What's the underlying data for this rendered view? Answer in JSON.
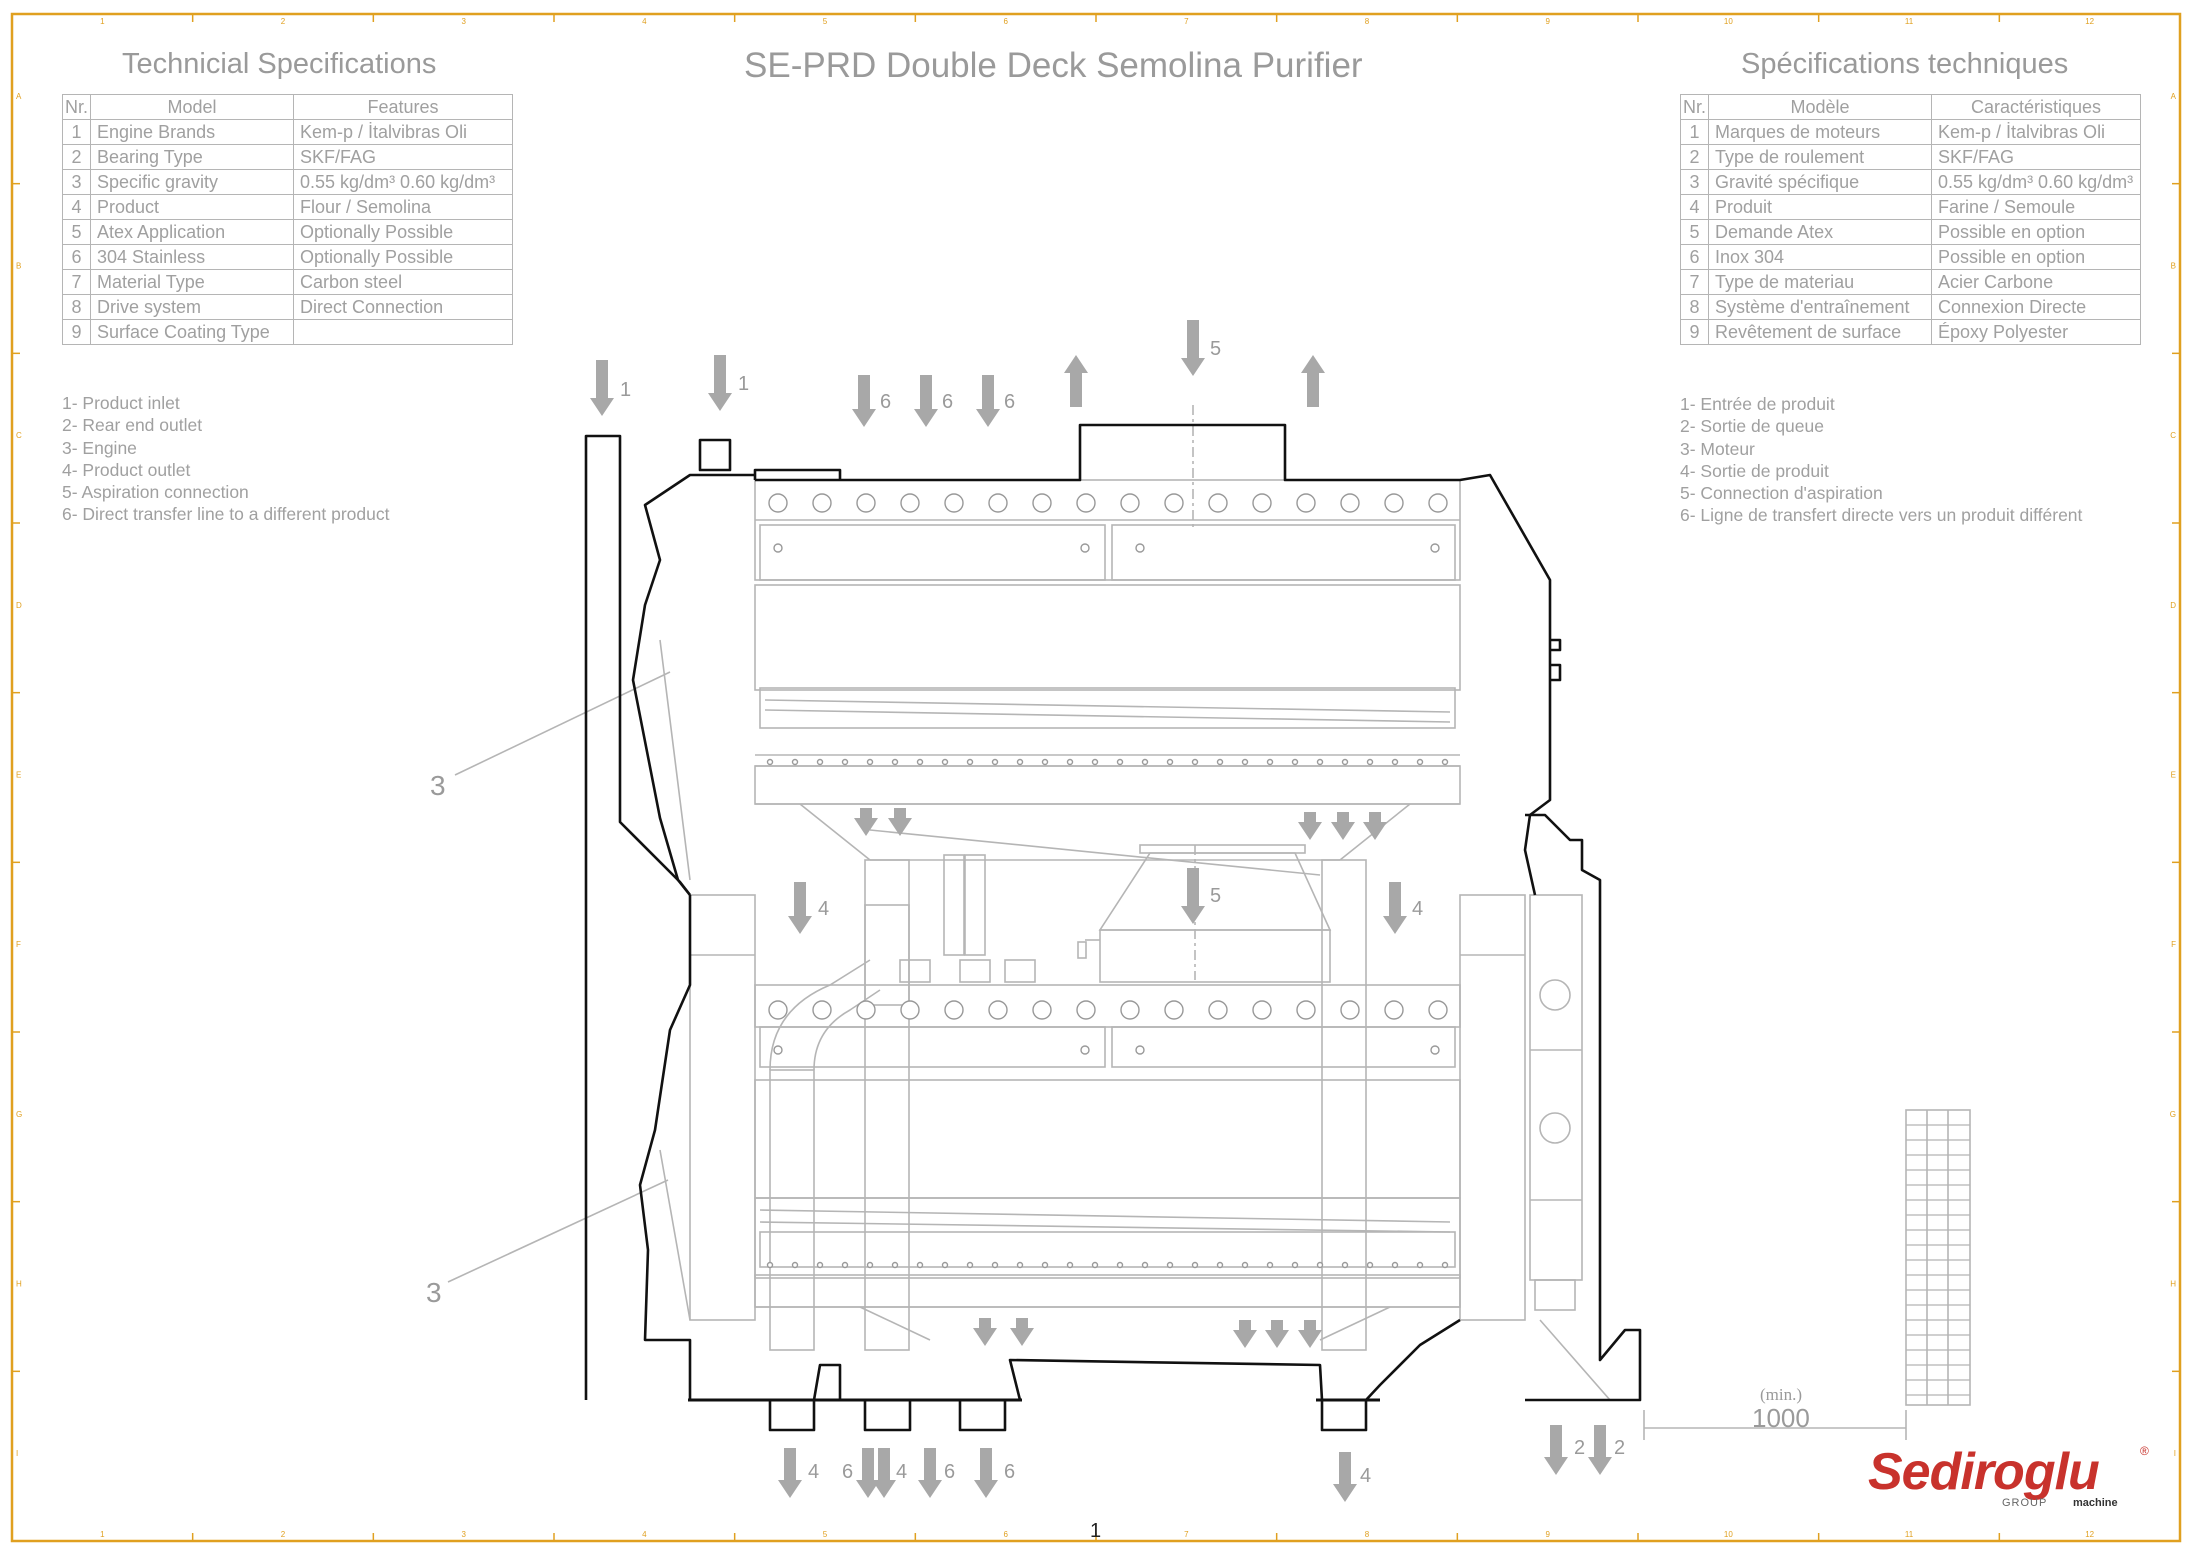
{
  "title": "SE-PRD Double Deck Semolina Purifier",
  "frame": {
    "column_labels": [
      "1",
      "2",
      "3",
      "4",
      "5",
      "6",
      "7",
      "8",
      "9",
      "10",
      "11",
      "12"
    ],
    "row_labels": [
      "A",
      "B",
      "C",
      "D",
      "E",
      "F",
      "G",
      "H",
      "I"
    ]
  },
  "spec_en": {
    "heading": "Technicial Specifications",
    "header": {
      "nr": "Nr.",
      "model": "Model",
      "features": "Features"
    },
    "rows": [
      {
        "nr": "1",
        "model": "Engine Brands",
        "feature": "Kem-p / İtalvibras Oli"
      },
      {
        "nr": "2",
        "model": "Bearing Type",
        "feature": "SKF/FAG"
      },
      {
        "nr": "3",
        "model": "Specific gravity",
        "feature": "0.55 kg/dm³ 0.60 kg/dm³"
      },
      {
        "nr": "4",
        "model": "Product",
        "feature": "Flour / Semolina"
      },
      {
        "nr": "5",
        "model": "Atex Application",
        "feature": "Optionally Possible"
      },
      {
        "nr": "6",
        "model": "304 Stainless",
        "feature": "Optionally Possible"
      },
      {
        "nr": "7",
        "model": "Material Type",
        "feature": "Carbon steel"
      },
      {
        "nr": "8",
        "model": "Drive system",
        "feature": "Direct Connection"
      },
      {
        "nr": "9",
        "model": "Surface Coating Type",
        "feature": ""
      }
    ],
    "legend": [
      "1- Product inlet",
      "2- Rear end outlet",
      "3- Engine",
      "4- Product outlet",
      "5- Aspiration connection",
      "6- Direct transfer line to a different product"
    ]
  },
  "spec_fr": {
    "heading": "Spécifications techniques",
    "header": {
      "nr": "Nr.",
      "model": "Modèle",
      "features": "Caractéristiques"
    },
    "rows": [
      {
        "nr": "1",
        "model": "Marques de moteurs",
        "feature": "Kem-p / İtalvibras Oli"
      },
      {
        "nr": "2",
        "model": "Type de roulement",
        "feature": "SKF/FAG"
      },
      {
        "nr": "3",
        "model": "Gravité spécifique",
        "feature": "0.55 kg/dm³ 0.60 kg/dm³"
      },
      {
        "nr": "4",
        "model": "Produit",
        "feature": "Farine / Semoule"
      },
      {
        "nr": "5",
        "model": "Demande Atex",
        "feature": "Possible en option"
      },
      {
        "nr": "6",
        "model": "Inox 304",
        "feature": "Possible en option"
      },
      {
        "nr": "7",
        "model": "Type de materiau",
        "feature": "Acier Carbone"
      },
      {
        "nr": "8",
        "model": "Système d'entraînement",
        "feature": "Connexion Directe"
      },
      {
        "nr": "9",
        "model": "Revêtement de surface",
        "feature": "Époxy Polyester"
      }
    ],
    "legend": [
      "1- Entrée de produit",
      "2- Sortie de queue",
      "3- Moteur",
      "4- Sortie de produit",
      "5- Connection d'aspiration",
      "6- Ligne de transfert directe vers un produit différent"
    ]
  },
  "diagram_labels": {
    "inlet": "1",
    "rear_outlet": "2",
    "engine": "3",
    "product_outlet": "4",
    "aspiration": "5",
    "transfer": "6"
  },
  "dimension": {
    "label": "(min.)",
    "value": "1000"
  },
  "logo": {
    "text": "Sediroglu",
    "sub_left": "GROUP",
    "sub_right": "machine",
    "registered": "®",
    "color": "#c8322c"
  },
  "page_number": "1",
  "colors": {
    "frame": "#e0a020",
    "outline": "#111111",
    "detail": "#b0b0b0",
    "arrow": "#a6a6a6",
    "text": "#9a9a9a"
  }
}
